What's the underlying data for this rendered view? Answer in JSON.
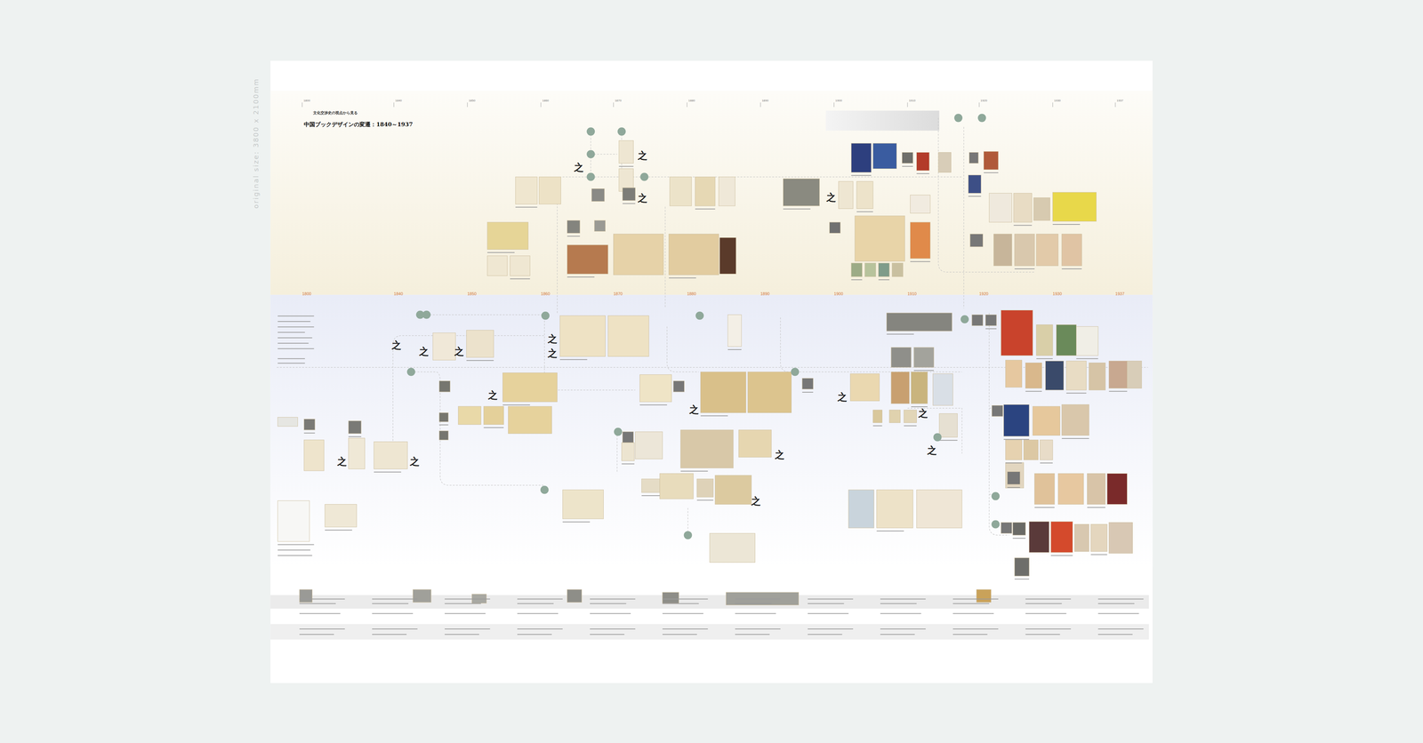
{
  "diagram": {
    "title": "中国ブックデザインの変遷：1840～1937",
    "labels": [
      "文化交渉史の視点から見る",
      "original size: 3800 x 2100mm",
      "1800",
      "1840",
      "1850",
      "1860",
      "1870",
      "1880",
      "1890",
      "1900",
      "1910",
      "1920",
      "1930",
      "1937",
      "1800",
      "1840",
      "1850",
      "1860",
      "1870",
      "1880",
      "1890",
      "1900",
      "1910",
      "1920",
      "1930",
      "1937",
      "之",
      "之",
      "之",
      "之",
      "之",
      "之",
      "之",
      "之",
      "之",
      "之",
      "之",
      "之",
      "之",
      "之",
      "之",
      "之",
      "之",
      "之"
    ]
  }
}
